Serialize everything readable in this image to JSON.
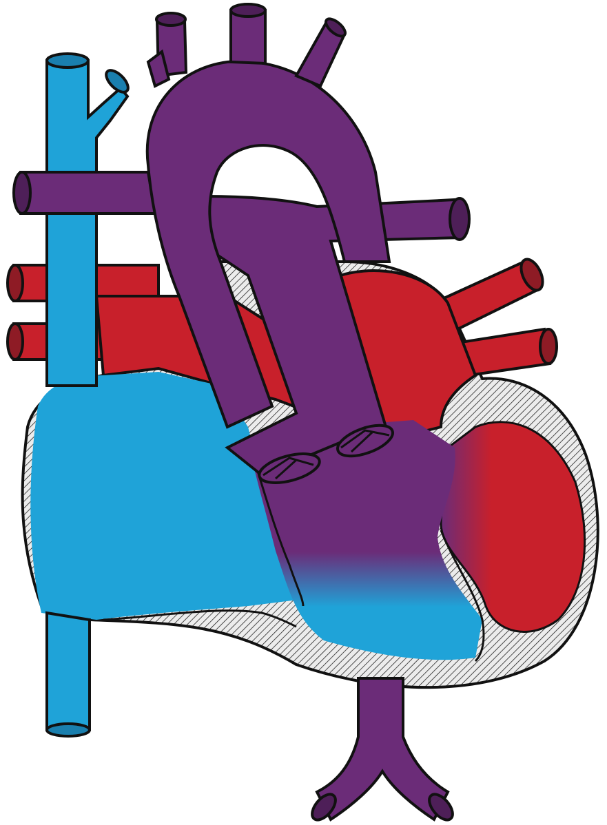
{
  "diagram": {
    "kind": "heart-anatomy-illustration",
    "colors": {
      "deoxygenated": "#1fa3d8",
      "oxygenated": "#c8202b",
      "mixed": "#6b2c78",
      "outline": "#111111",
      "myocardium_hatch": "#d9d9d9"
    },
    "structures": [
      {
        "id": "superior-vena-cava",
        "blood": "deoxygenated"
      },
      {
        "id": "inferior-vena-cava",
        "blood": "deoxygenated"
      },
      {
        "id": "right-atrium",
        "blood": "deoxygenated"
      },
      {
        "id": "right-ventricle",
        "blood": "deoxygenated"
      },
      {
        "id": "aorta",
        "blood": "mixed"
      },
      {
        "id": "pulmonary-artery",
        "blood": "mixed"
      },
      {
        "id": "left-atrium",
        "blood": "oxygenated"
      },
      {
        "id": "left-ventricle",
        "blood": "oxygenated"
      },
      {
        "id": "pulmonary-veins",
        "blood": "oxygenated"
      },
      {
        "id": "descending-aorta",
        "blood": "mixed"
      }
    ]
  }
}
